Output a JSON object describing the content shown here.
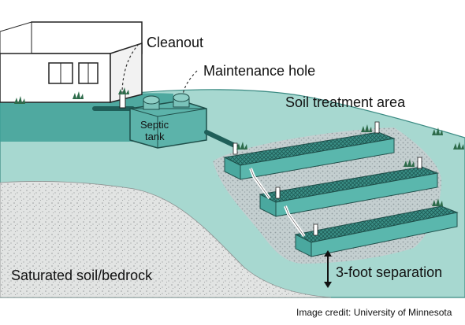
{
  "labels": {
    "cleanout": "Cleanout",
    "maintenance_hole": "Maintenance hole",
    "soil_treatment_area": "Soil treatment area",
    "septic_tank_line1": "Septic",
    "septic_tank_line2": "tank",
    "saturated_soil": "Saturated soil/bedrock",
    "separation": "3-foot separation"
  },
  "credit": "Image credit: University of Minnesota",
  "colors": {
    "soil": "#9fd4cc",
    "soil_dark": "#3a9c94",
    "trench": "#4aa89f",
    "gravel": "#b9bec3",
    "bedrock": "#d9dcdc",
    "house_wall": "#ffffff",
    "roof": "#ffffff",
    "grass": "#2d6b4a",
    "pipe": "#ffffff"
  }
}
